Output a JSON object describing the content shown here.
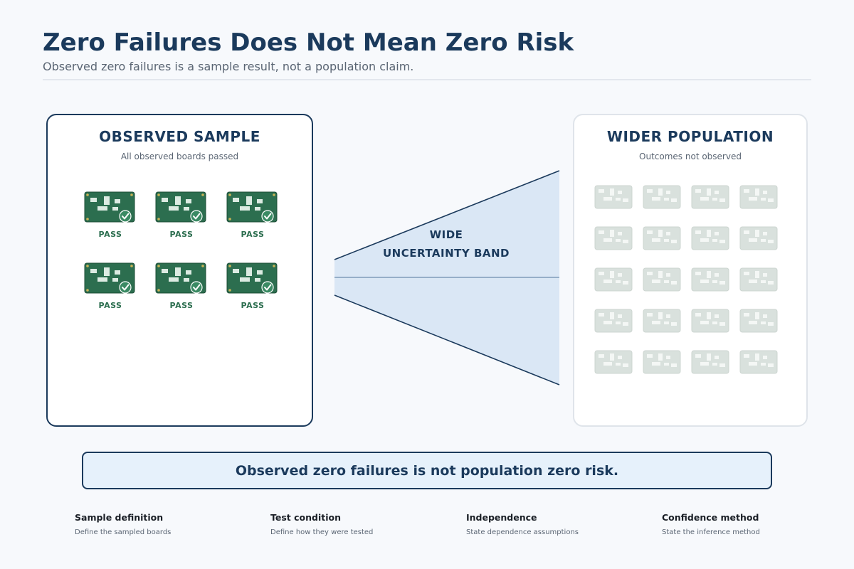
{
  "header": {
    "title": "Zero Failures Does Not Mean Zero Risk",
    "subtitle": "Observed zero failures is a sample result, not a population claim."
  },
  "sample_panel": {
    "title": "OBSERVED SAMPLE",
    "subtitle": "All observed boards passed",
    "boards": [
      {
        "status": "PASS"
      },
      {
        "status": "PASS"
      },
      {
        "status": "PASS"
      },
      {
        "status": "PASS"
      },
      {
        "status": "PASS"
      },
      {
        "status": "PASS"
      }
    ],
    "board_icon": "circuit-board-icon",
    "check_icon": "check-icon"
  },
  "band": {
    "line1": "WIDE",
    "line2": "UNCERTAINTY BAND"
  },
  "population_panel": {
    "title": "WIDER POPULATION",
    "subtitle": "Outcomes not observed",
    "unobserved_board_count": 20,
    "board_icon": "circuit-board-icon"
  },
  "conclusion": "Observed zero failures is not population zero risk.",
  "footer": [
    {
      "title": "Sample definition",
      "desc": "Define the sampled boards"
    },
    {
      "title": "Test condition",
      "desc": "Define how they were tested"
    },
    {
      "title": "Independence",
      "desc": "State dependence assumptions"
    },
    {
      "title": "Confidence method",
      "desc": "State the inference method"
    }
  ],
  "colors": {
    "navy": "#1b3a5c",
    "pass_board": "#2c6e4f",
    "pass_text": "#2c6e4f",
    "unobserved_board": "#d9e1dd",
    "band_fill": "#dae7f5",
    "conclusion_bg": "#e6f1fb"
  }
}
